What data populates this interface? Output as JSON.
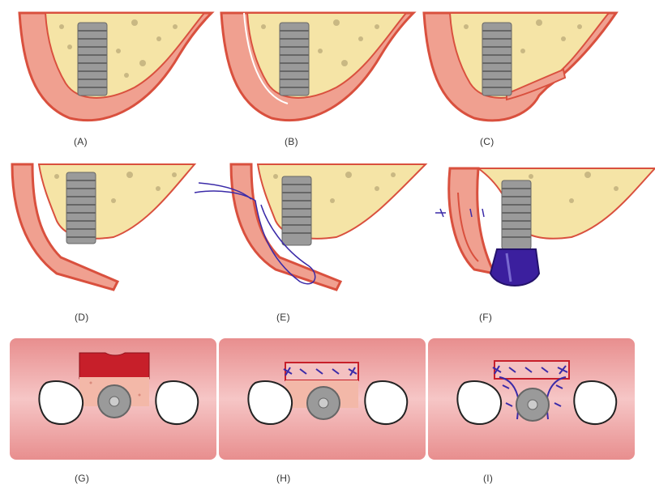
{
  "colors": {
    "bone": "#f5e4a6",
    "bone_dots": "#c9b883",
    "gingiva": "#f0a090",
    "gingiva_dark": "#d9503e",
    "implant": "#9a9a9a",
    "implant_dark": "#666666",
    "suture": "#3a2aa8",
    "healing_cap": "#3b1f9e",
    "graft": "#c71f2a",
    "tooth": "#ffffff"
  },
  "panels": [
    {
      "label": "(A)",
      "variant": "closed"
    },
    {
      "label": "(B)",
      "variant": "thin"
    },
    {
      "label": "(C)",
      "variant": "split"
    },
    {
      "label": "(D)",
      "variant": "flap"
    },
    {
      "label": "(E)",
      "variant": "suture"
    },
    {
      "label": "(F)",
      "variant": "abutment"
    },
    {
      "label": "(G)",
      "variant": "graft-top"
    },
    {
      "label": "(H)",
      "variant": "graft-sutured-top"
    },
    {
      "label": "(I)",
      "variant": "graft-wrapped-top"
    }
  ]
}
